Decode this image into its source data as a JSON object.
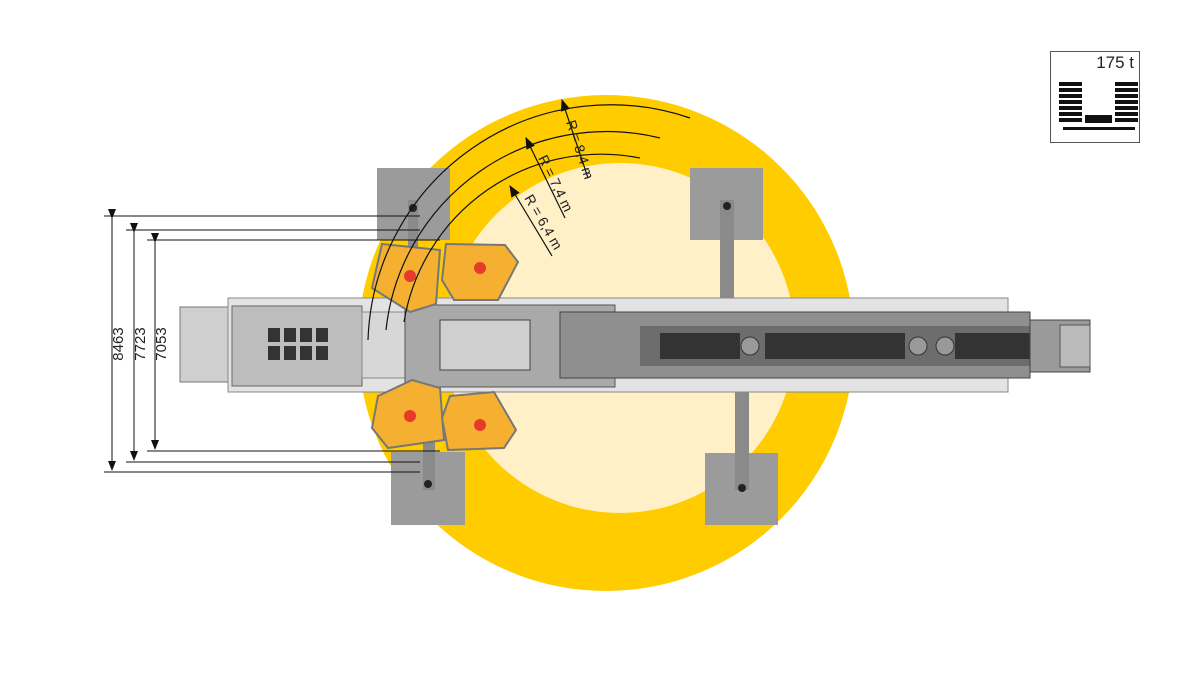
{
  "diagram": {
    "capacity_badge": {
      "label": "175 t",
      "icon": "crane-counterweight-icon"
    },
    "dimensions": [
      {
        "label": "8463"
      },
      {
        "label": "7723"
      },
      {
        "label": "7053"
      }
    ],
    "radii": [
      {
        "label": "R = 8,4 m"
      },
      {
        "label": "R = 7,4 m"
      },
      {
        "label": "R = 6,4 m"
      }
    ],
    "colors": {
      "outer_circle": "#FFCC00",
      "inner_circle": "#FFF0C8",
      "counterweight": "#F5B031",
      "outrigger_pad": "#9B9B9B",
      "chassis": "#D9D9D9"
    }
  }
}
